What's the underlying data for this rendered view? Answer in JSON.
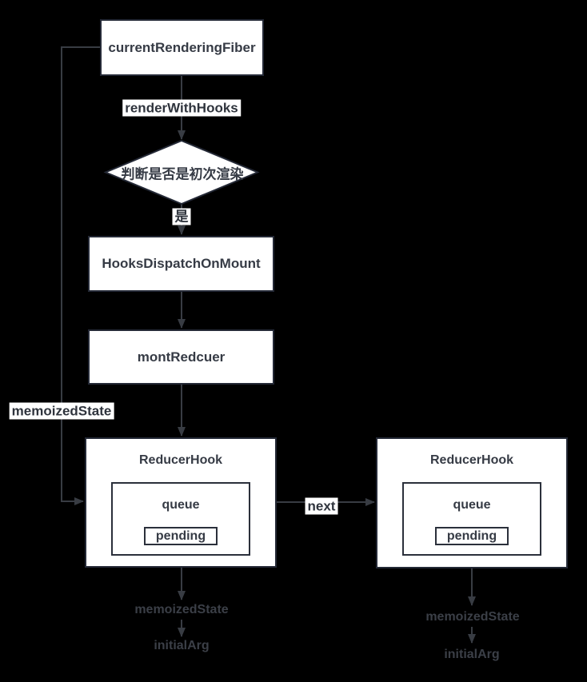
{
  "colors": {
    "background": "#000000",
    "node_fill": "#ffffff",
    "node_border": "#242936",
    "node_text": "#363b45",
    "edge": "#383c43",
    "edge_label_bg": "#ffffff",
    "edge_label_text": "#2f343d",
    "dim_label_text": "#3b3f47"
  },
  "nodes": {
    "fiber": {
      "label": "currentRenderingFiber"
    },
    "decision": {
      "label": "判断是否是初次渲染"
    },
    "dispatch": {
      "label": "HooksDispatchOnMount"
    },
    "mont_reducer": {
      "label": "montRedcuer"
    },
    "hook_left": {
      "label": "ReducerHook",
      "queue": "queue",
      "pending": "pending"
    },
    "hook_right": {
      "label": "ReducerHook",
      "queue": "queue",
      "pending": "pending"
    }
  },
  "edge_labels": {
    "render_with_hooks": "renderWithHooks",
    "yes": "是",
    "memoized_state": "memoizedState",
    "next": "next",
    "left_out_state": "memoizedState",
    "left_out_arg": "initialArg",
    "right_out_state": "memoizedState",
    "right_out_arg": "initialArg"
  }
}
